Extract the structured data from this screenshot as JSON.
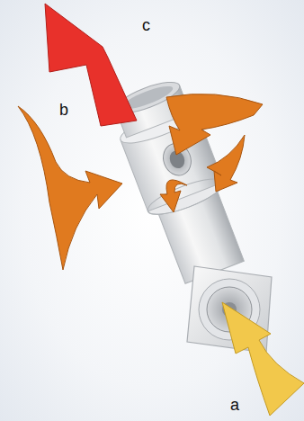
{
  "diagram": {
    "labels": [
      "c",
      "b",
      "a"
    ]
  }
}
